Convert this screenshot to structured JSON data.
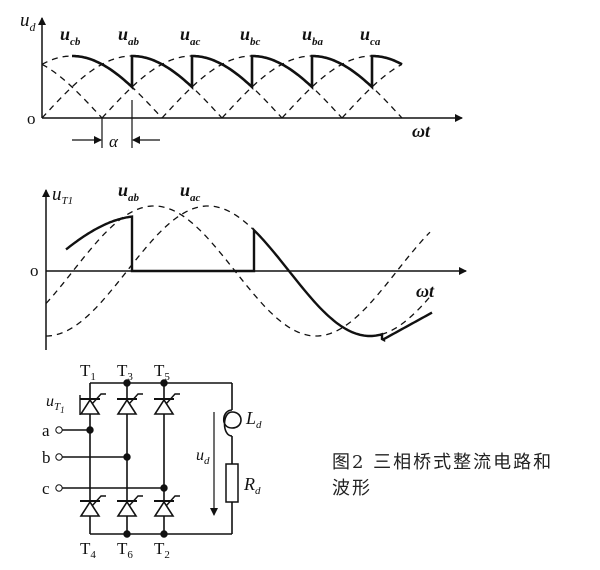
{
  "top_panel": {
    "y_label_main": "u",
    "y_label_sub": "d",
    "origin_label": "o",
    "x_label": "ωt",
    "alpha_label": "α",
    "waves": [
      {
        "main": "u",
        "sub": "cb"
      },
      {
        "main": "u",
        "sub": "ab"
      },
      {
        "main": "u",
        "sub": "ac"
      },
      {
        "main": "u",
        "sub": "bc"
      },
      {
        "main": "u",
        "sub": "ba"
      },
      {
        "main": "u",
        "sub": "ca"
      }
    ]
  },
  "middle_panel": {
    "y_label_main": "u",
    "y_label_sub": "T1",
    "origin_label": "o",
    "x_label": "ωt",
    "waves": [
      {
        "main": "u",
        "sub": "ab"
      },
      {
        "main": "u",
        "sub": "ac"
      }
    ]
  },
  "circuit": {
    "thyristors": [
      "T",
      "T",
      "T",
      "T",
      "T",
      "T"
    ],
    "thyristor_subs": [
      "1",
      "3",
      "5",
      "4",
      "6",
      "2"
    ],
    "phases": [
      "a",
      "b",
      "c"
    ],
    "voltage_label": {
      "main": "u",
      "sub": "T",
      "subsub": "1"
    },
    "output_voltage": {
      "main": "u",
      "sub": "d"
    },
    "inductor": {
      "main": "L",
      "sub": "d"
    },
    "resistor": {
      "main": "R",
      "sub": "d"
    }
  },
  "caption": {
    "line1": "图2  三相桥式整流电路和",
    "line2": "波形"
  }
}
